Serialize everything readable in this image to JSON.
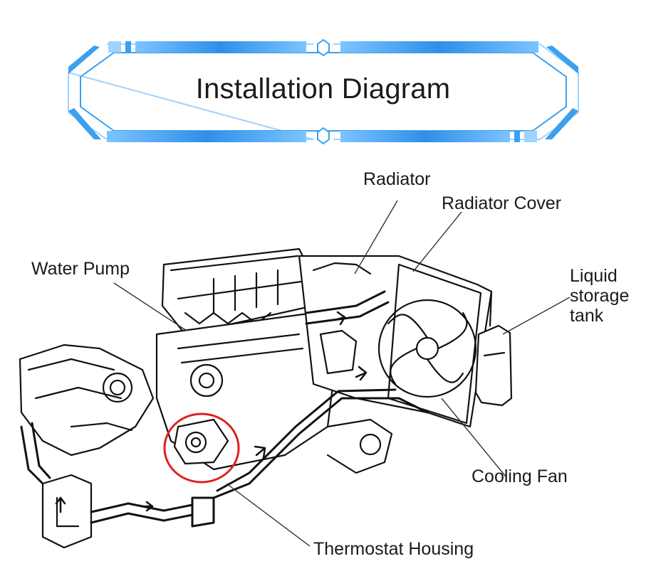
{
  "header": {
    "title": "Installation Diagram"
  },
  "labels": {
    "radiator": "Radiator",
    "radiator_cover": "Radiator Cover",
    "water_pump": "Water Pump",
    "liquid_storage_tank": "Liquid storage tank",
    "cooling_fan": "Cooling Fan",
    "thermostat_housing": "Thermostat Housing"
  },
  "colors": {
    "banner_blue": "#3aa0f0",
    "banner_light": "#9fd2ff",
    "highlight_circle": "#e02020",
    "line_art": "#111111"
  }
}
